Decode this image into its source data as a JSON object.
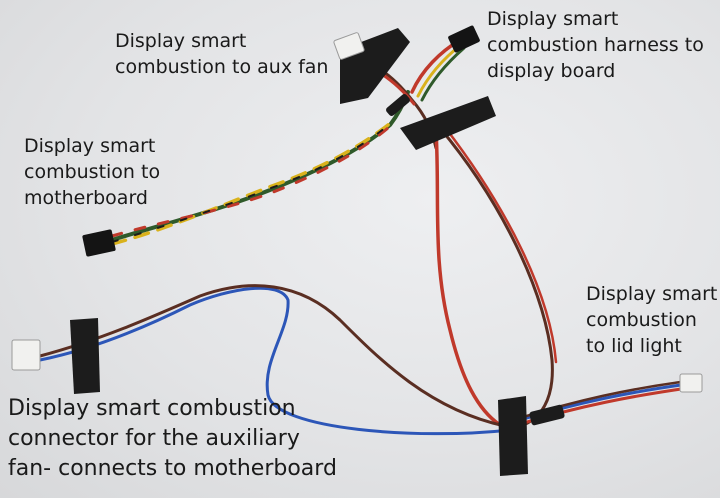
{
  "labels": {
    "aux_fan": [
      "Display smart",
      "combustion to aux fan"
    ],
    "harness": [
      "Display smart",
      "combustion harness to",
      "display board"
    ],
    "motherboard": [
      "Display smart",
      "combustion to",
      "motherboard"
    ],
    "lid_light": [
      "Display smart",
      "combustion",
      "to lid light"
    ],
    "aux_connector": [
      "Display smart combustion",
      "connector for the auxiliary",
      "fan- connects to motherboard"
    ]
  },
  "colors": {
    "background": "#e4e5e7",
    "wire_red": "#c0392b",
    "wire_brown": "#5a2e22",
    "wire_blue": "#2c56b8",
    "wire_yellow": "#d9b21c",
    "wire_green": "#2f5a2a",
    "tape_black": "#1c1c1c",
    "connector_white": "#f1f1ef",
    "connector_black": "#141414"
  }
}
